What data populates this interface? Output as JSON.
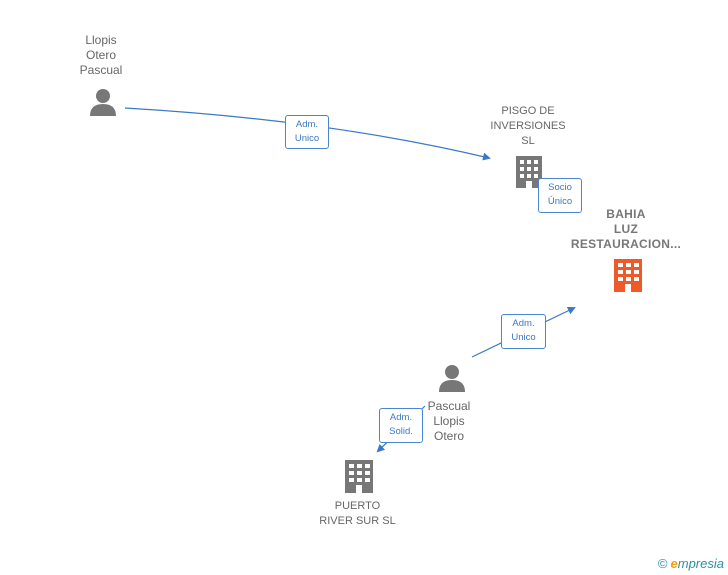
{
  "nodes": {
    "llopis_otero_pascual": {
      "label": "Llopis\nOtero\nPascual",
      "icon": "person-icon",
      "color": "#777777"
    },
    "pisgo": {
      "label": "PISGO DE\nINVERSIONES\nSL",
      "icon": "building-icon",
      "color": "#777777"
    },
    "bahia": {
      "label": "BAHIA\nLUZ\nRESTAURACION...",
      "icon": "building-icon",
      "color": "#f05a28"
    },
    "pascual_llopis_otero": {
      "label": "Pascual\nLlopis\nOtero",
      "icon": "person-icon",
      "color": "#777777"
    },
    "puerto": {
      "label": "PUERTO\nRIVER SUR  SL",
      "icon": "building-icon",
      "color": "#777777"
    }
  },
  "relations": {
    "r1": {
      "label": "Adm.\nUnico"
    },
    "r2": {
      "label": "Socio\nÚnico"
    },
    "r3": {
      "label": "Adm.\nUnico"
    },
    "r4": {
      "label": "Adm.\nSolid."
    }
  },
  "edge_color": "#3a78c8",
  "footer": {
    "copyright": "©",
    "brand_e": "e",
    "brand_rest": "mpresia"
  }
}
